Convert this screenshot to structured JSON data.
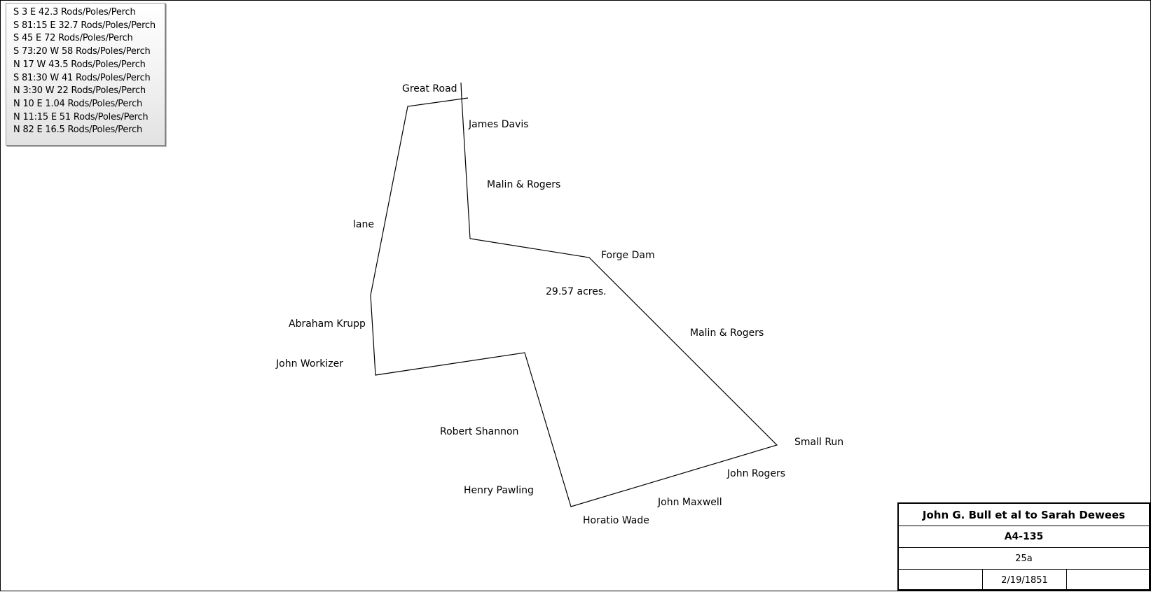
{
  "calls": [
    "S 3 E 42.3 Rods/Poles/Perch",
    "S 81:15 E 32.7 Rods/Poles/Perch",
    "S 45 E 72 Rods/Poles/Perch",
    "S 73:20 W 58 Rods/Poles/Perch",
    "N 17 W 43.5 Rods/Poles/Perch",
    "S 81:30 W 41 Rods/Poles/Perch",
    "N 3:30 W 22 Rods/Poles/Perch",
    "N 10 E 1.04 Rods/Poles/Perch",
    "N 11:15 E 51 Rods/Poles/Perch",
    "N 82 E 16.5 Rods/Poles/Perch"
  ],
  "labels": {
    "great_road": "Great Road",
    "james_davis": "James Davis",
    "malin_rogers_1": "Malin & Rogers",
    "lane": "lane",
    "forge_dam": "Forge Dam",
    "area": "29.57 acres.",
    "malin_rogers_2": "Malin & Rogers",
    "abraham_krupp": "Abraham Krupp",
    "john_workizer": "John Workizer",
    "robert_shannon": "Robert Shannon",
    "small_run": "Small Run",
    "john_rogers": "John Rogers",
    "henry_pawling": "Henry Pawling",
    "john_maxwell": "John Maxwell",
    "horatio_wade": "Horatio Wade"
  },
  "title_block": {
    "title": "John G. Bull et al to Sarah Dewees",
    "deed_ref": "A4-135",
    "tract": "25a",
    "cell_left": "",
    "date": "2/19/1851",
    "cell_right": ""
  }
}
